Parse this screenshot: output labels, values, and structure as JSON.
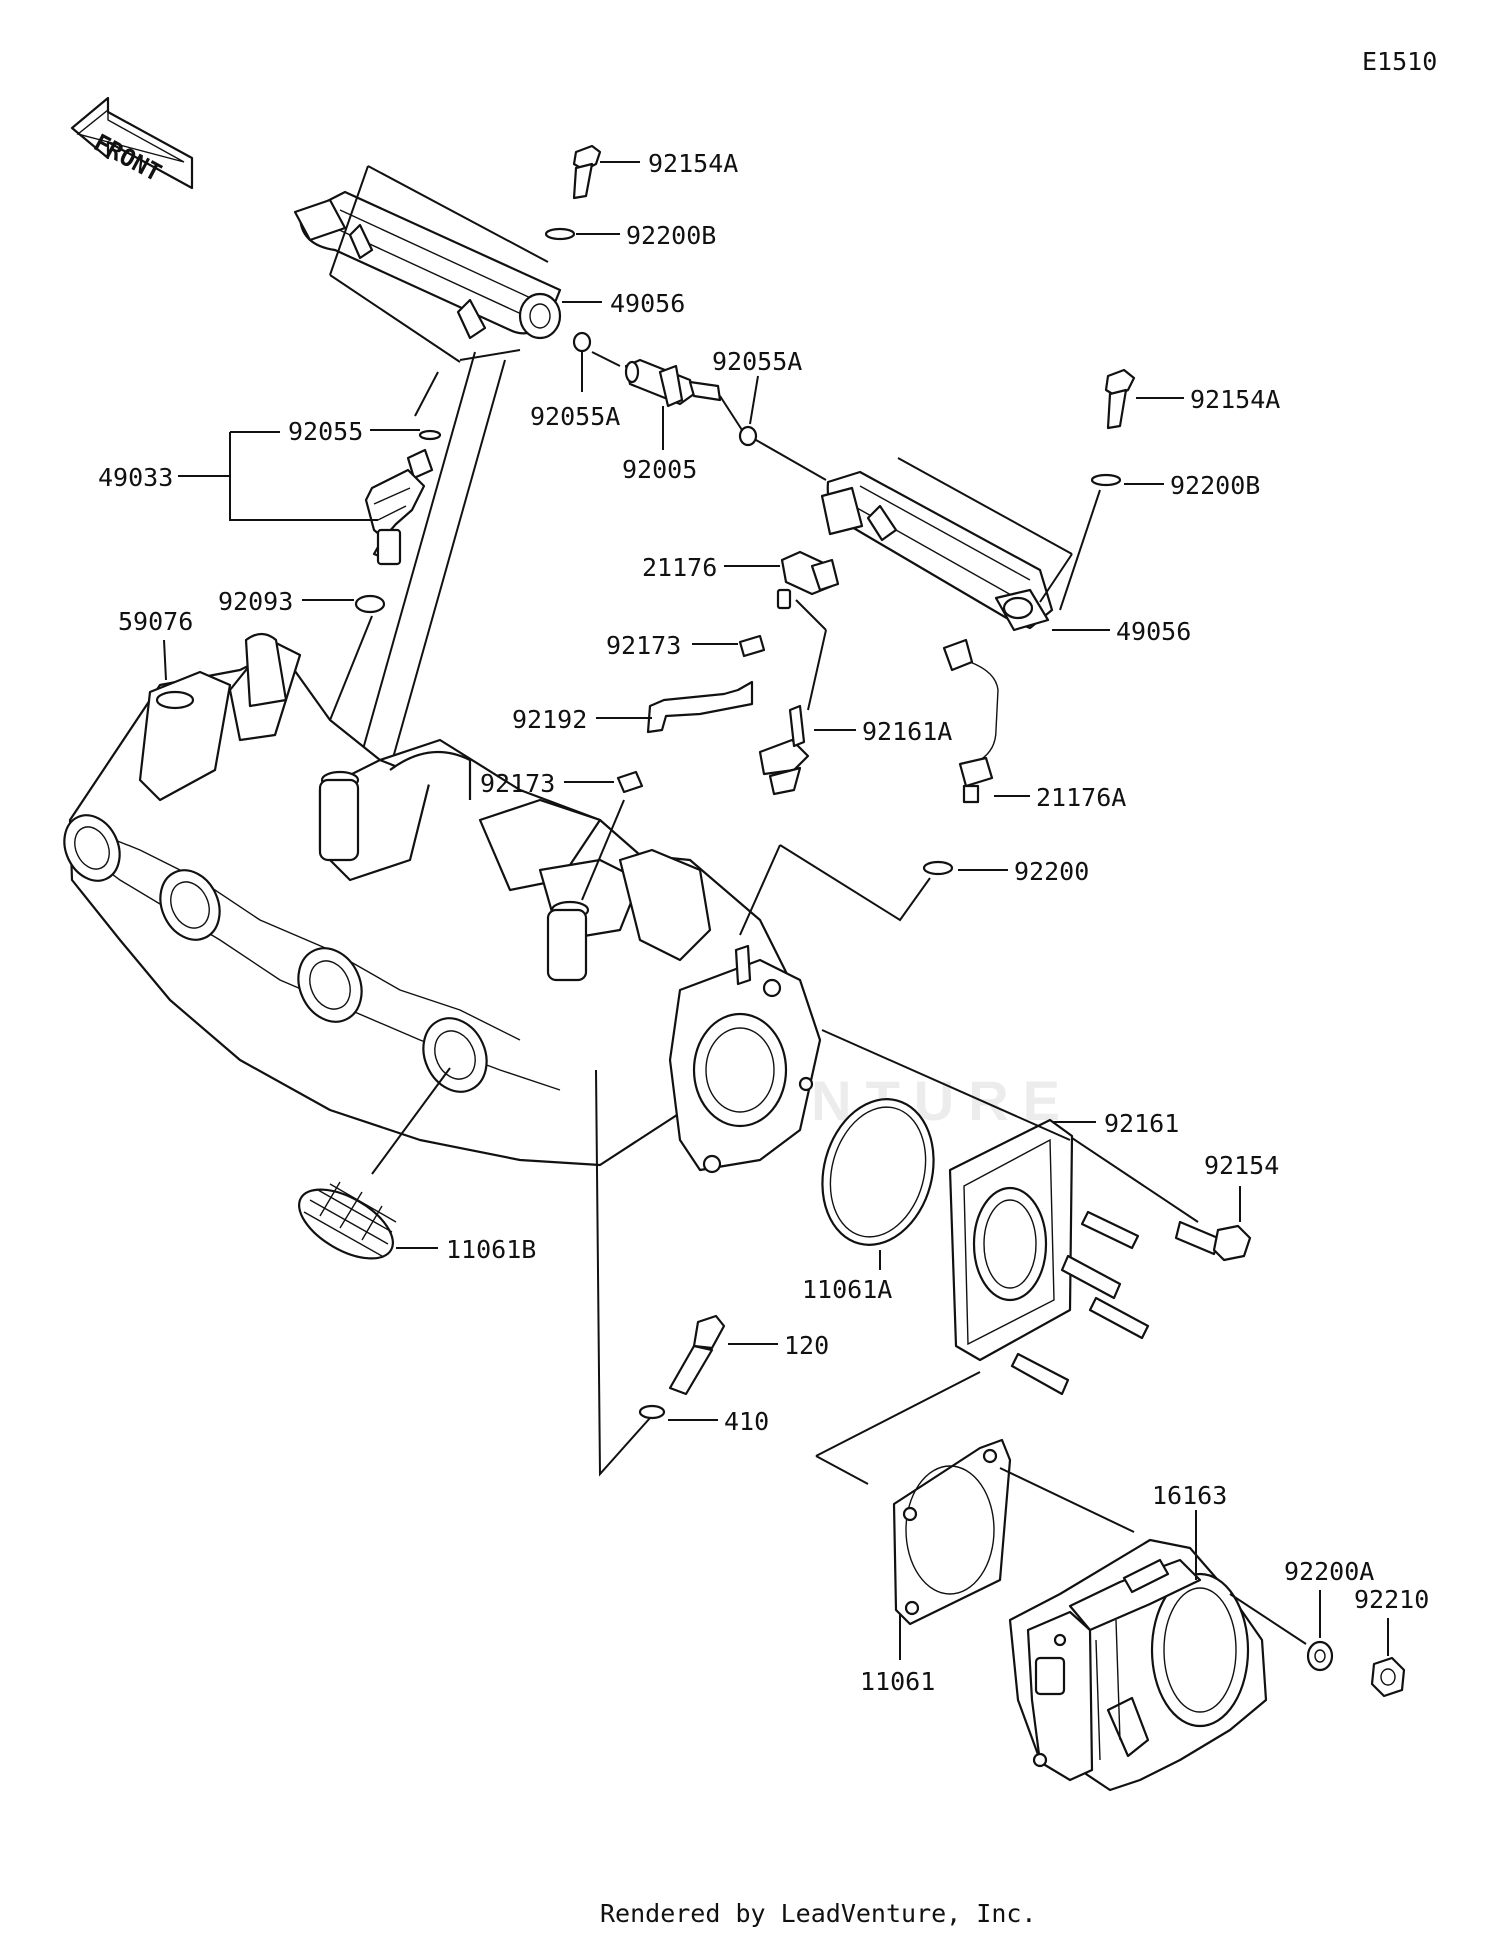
{
  "diagram_code": "E1510",
  "front_label": "FRONT",
  "footer": "Rendered by LeadVenture, Inc.",
  "watermark": "LEADVENTURE",
  "parts": [
    {
      "id": "p-92154a-top",
      "number": "92154A"
    },
    {
      "id": "p-92200b-top",
      "number": "92200B"
    },
    {
      "id": "p-49056-top",
      "number": "49056"
    },
    {
      "id": "p-92055a-left",
      "number": "92055A"
    },
    {
      "id": "p-92055a-right",
      "number": "92055A"
    },
    {
      "id": "p-92005",
      "number": "92005"
    },
    {
      "id": "p-92055",
      "number": "92055"
    },
    {
      "id": "p-49033",
      "number": "49033"
    },
    {
      "id": "p-92093",
      "number": "92093"
    },
    {
      "id": "p-59076",
      "number": "59076"
    },
    {
      "id": "p-92154a-right",
      "number": "92154A"
    },
    {
      "id": "p-92200b-right",
      "number": "92200B"
    },
    {
      "id": "p-21176",
      "number": "21176"
    },
    {
      "id": "p-49056-right",
      "number": "49056"
    },
    {
      "id": "p-92173-top",
      "number": "92173"
    },
    {
      "id": "p-92192",
      "number": "92192"
    },
    {
      "id": "p-92161a",
      "number": "92161A"
    },
    {
      "id": "p-92173-bottom",
      "number": "92173"
    },
    {
      "id": "p-21176a",
      "number": "21176A"
    },
    {
      "id": "p-92200",
      "number": "92200"
    },
    {
      "id": "p-92161",
      "number": "92161"
    },
    {
      "id": "p-92154",
      "number": "92154"
    },
    {
      "id": "p-11061b",
      "number": "11061B"
    },
    {
      "id": "p-11061a",
      "number": "11061A"
    },
    {
      "id": "p-120",
      "number": "120"
    },
    {
      "id": "p-410",
      "number": "410"
    },
    {
      "id": "p-16163",
      "number": "16163"
    },
    {
      "id": "p-92200a",
      "number": "92200A"
    },
    {
      "id": "p-92210",
      "number": "92210"
    },
    {
      "id": "p-11061",
      "number": "11061"
    }
  ]
}
